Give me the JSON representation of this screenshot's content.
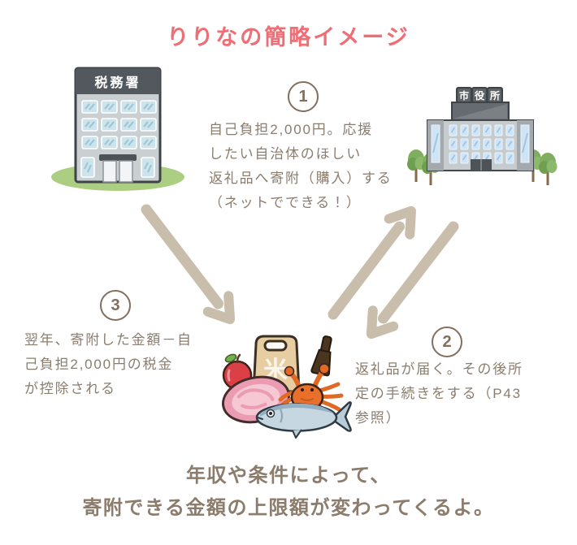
{
  "title": "りりなの簡略イメージ",
  "steps": {
    "step1": {
      "number": "1",
      "lines": [
        "自己負担2,000円。応援",
        "したい自治体のほしい",
        "返礼品へ寄附（購入）する",
        "（ネットでできる！）"
      ]
    },
    "step2": {
      "number": "2",
      "lines": [
        "返礼品が届く。その後所",
        "定の手続きをする（P43",
        "参照）"
      ]
    },
    "step3": {
      "number": "3",
      "lines": [
        "翌年、寄附した金額－自",
        "己負担2,000円の税金",
        "が控除される"
      ]
    }
  },
  "illustrations": {
    "tax_office_label": "税務署",
    "city_hall_sign": [
      "市",
      "役",
      "所"
    ],
    "rice_bag_label": "米"
  },
  "footer": {
    "line1": "年収や条件によって、",
    "line2": "寄附できる金額の上限額が変わってくるよ。"
  },
  "colors": {
    "title_pink": "#ef6d74",
    "body_text_brown": "#8b7d6e",
    "arrow_tan": "#c9bdab",
    "circle_brown": "#82705f",
    "grass_green": "#abce82"
  }
}
